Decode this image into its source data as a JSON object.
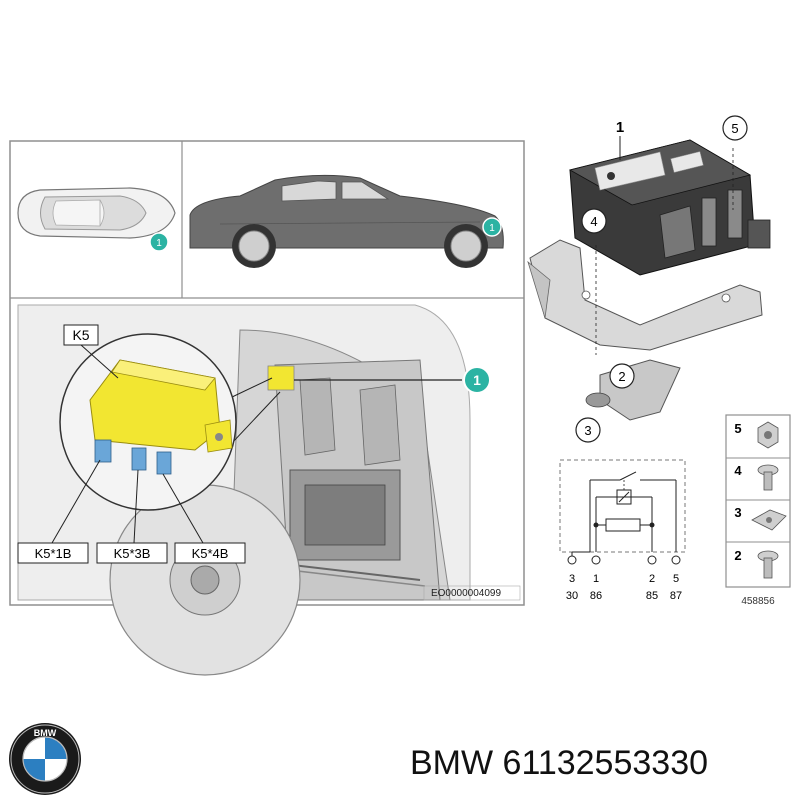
{
  "diagram": {
    "ref_code": "EO0000004099",
    "part_number": "458856",
    "callouts": {
      "c1": "1",
      "c2": "2",
      "c3": "3",
      "c4": "4",
      "c5": "5"
    },
    "labels": {
      "k5": "K5",
      "k5_1b": "K5*1B",
      "k5_3b": "K5*3B",
      "k5_4b": "K5*4B"
    },
    "relay_pins": {
      "top_row": [
        "3",
        "1",
        "2",
        "5"
      ],
      "bottom_row": [
        "30",
        "86",
        "85",
        "87"
      ]
    },
    "hardware_list": [
      "5",
      "4",
      "3",
      "2"
    ],
    "colors": {
      "relay_yellow": "#f2e631",
      "callout_teal": "#2bb3a3",
      "connector_blue": "#6aa6d8",
      "panel_border": "#9a9a9a"
    }
  },
  "caption": {
    "brand": "BMW",
    "part_number": "61132553330",
    "text": "BMW 61132553330"
  },
  "logo": {
    "letters": "BMW",
    "icon": "bmw-roundel-icon"
  }
}
